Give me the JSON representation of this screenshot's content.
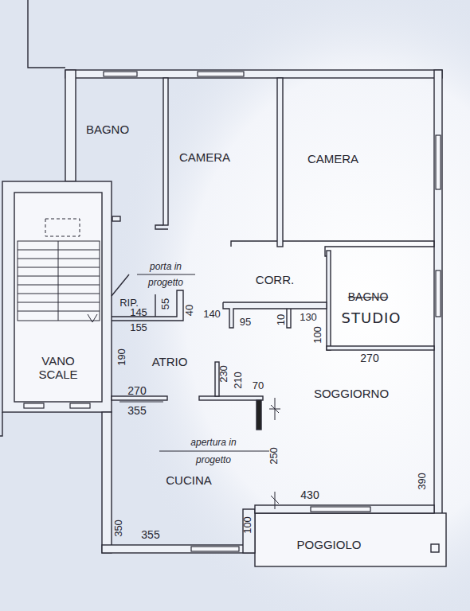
{
  "diagram": {
    "labels": [
      "BAGNO",
      "CAMERA",
      "CAMERA",
      "porta in progetto",
      "RIP.",
      "145",
      "55",
      "40",
      "155",
      "CORR.",
      "140",
      "95",
      "10",
      "130",
      "BAGNO",
      "STUDIO",
      "100",
      "VANO SCALE",
      "190",
      "ATRIO",
      "230",
      "210",
      "70",
      "270",
      "SOGGIORNO",
      "270",
      "355",
      "apertura in progetto",
      "250",
      "CUCINA",
      "430",
      "390",
      "350",
      "355",
      "100",
      "POGGIOLO"
    ]
  }
}
